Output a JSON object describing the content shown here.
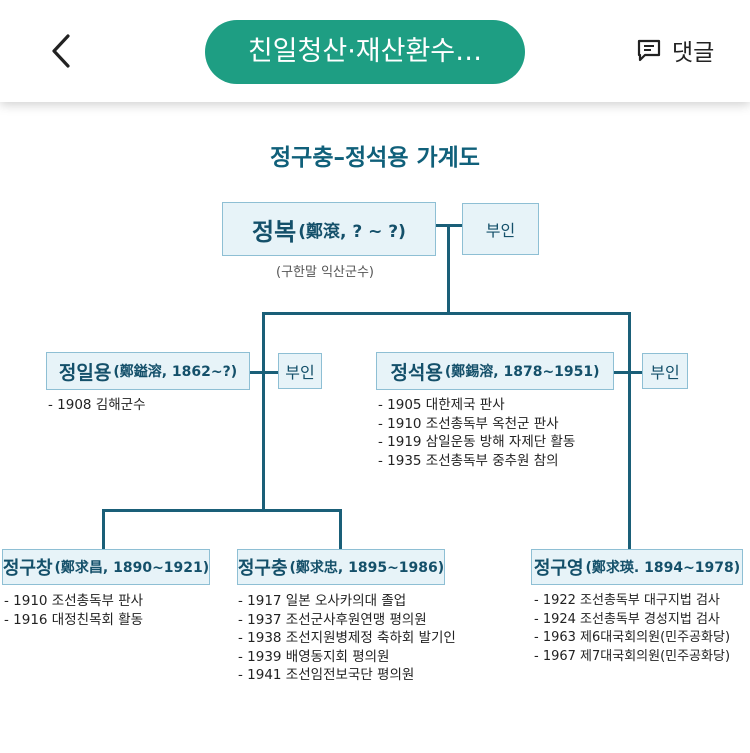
{
  "header": {
    "title": "친일청산·재산환수…",
    "comment_label": "댓글"
  },
  "colors": {
    "accent": "#1e9e83",
    "tree_line": "#1a5f78",
    "box_fill": "#e7f3f8",
    "box_border": "#8ebfd4",
    "title_text": "#10607a"
  },
  "icons": {
    "back": "chevron-left-icon",
    "comment": "comment-icon"
  },
  "tree": {
    "title": "정구충–정석용 가계도",
    "root": {
      "name": "정복",
      "detail": "(鄭滾, ? ~ ?)",
      "note": "(구한말 익산군수)",
      "spouse": "부인"
    },
    "gen2": [
      {
        "name": "정일용",
        "detail": "(鄭鎰溶, 1862~?)",
        "spouse": "부인",
        "career": [
          "- 1908 김해군수"
        ]
      },
      {
        "name": "정석용",
        "detail": "(鄭錫溶, 1878~1951)",
        "spouse": "부인",
        "career": [
          "- 1905 대한제국 판사",
          "- 1910 조선총독부 옥천군 판사",
          "- 1919 삼일운동 방해 자제단 활동",
          "- 1935 조선총독부 중추원 참의"
        ]
      }
    ],
    "gen3": [
      {
        "name": "정구창",
        "detail": "(鄭求昌, 1890~1921)",
        "career": [
          "- 1910 조선총독부 판사",
          "- 1916 대정친목회 활동"
        ]
      },
      {
        "name": "정구충",
        "detail": "(鄭求忠, 1895~1986)",
        "career": [
          "- 1917 일본 오사카의대 졸업",
          "- 1937 조선군사후원연맹 평의원",
          "- 1938 조선지원병제정 축하회 발기인",
          "- 1939 배영동지회 평의원",
          "- 1941 조선임전보국단 평의원"
        ]
      },
      {
        "name": "정구영",
        "detail": "(鄭求瑛. 1894~1978)",
        "career": [
          "- 1922 조선총독부 대구지법 검사",
          "- 1924 조선총독부 경성지법 검사",
          "- 1963 제6대국회의원(민주공화당)",
          "- 1967 제7대국회의원(민주공화당)"
        ]
      }
    ]
  }
}
